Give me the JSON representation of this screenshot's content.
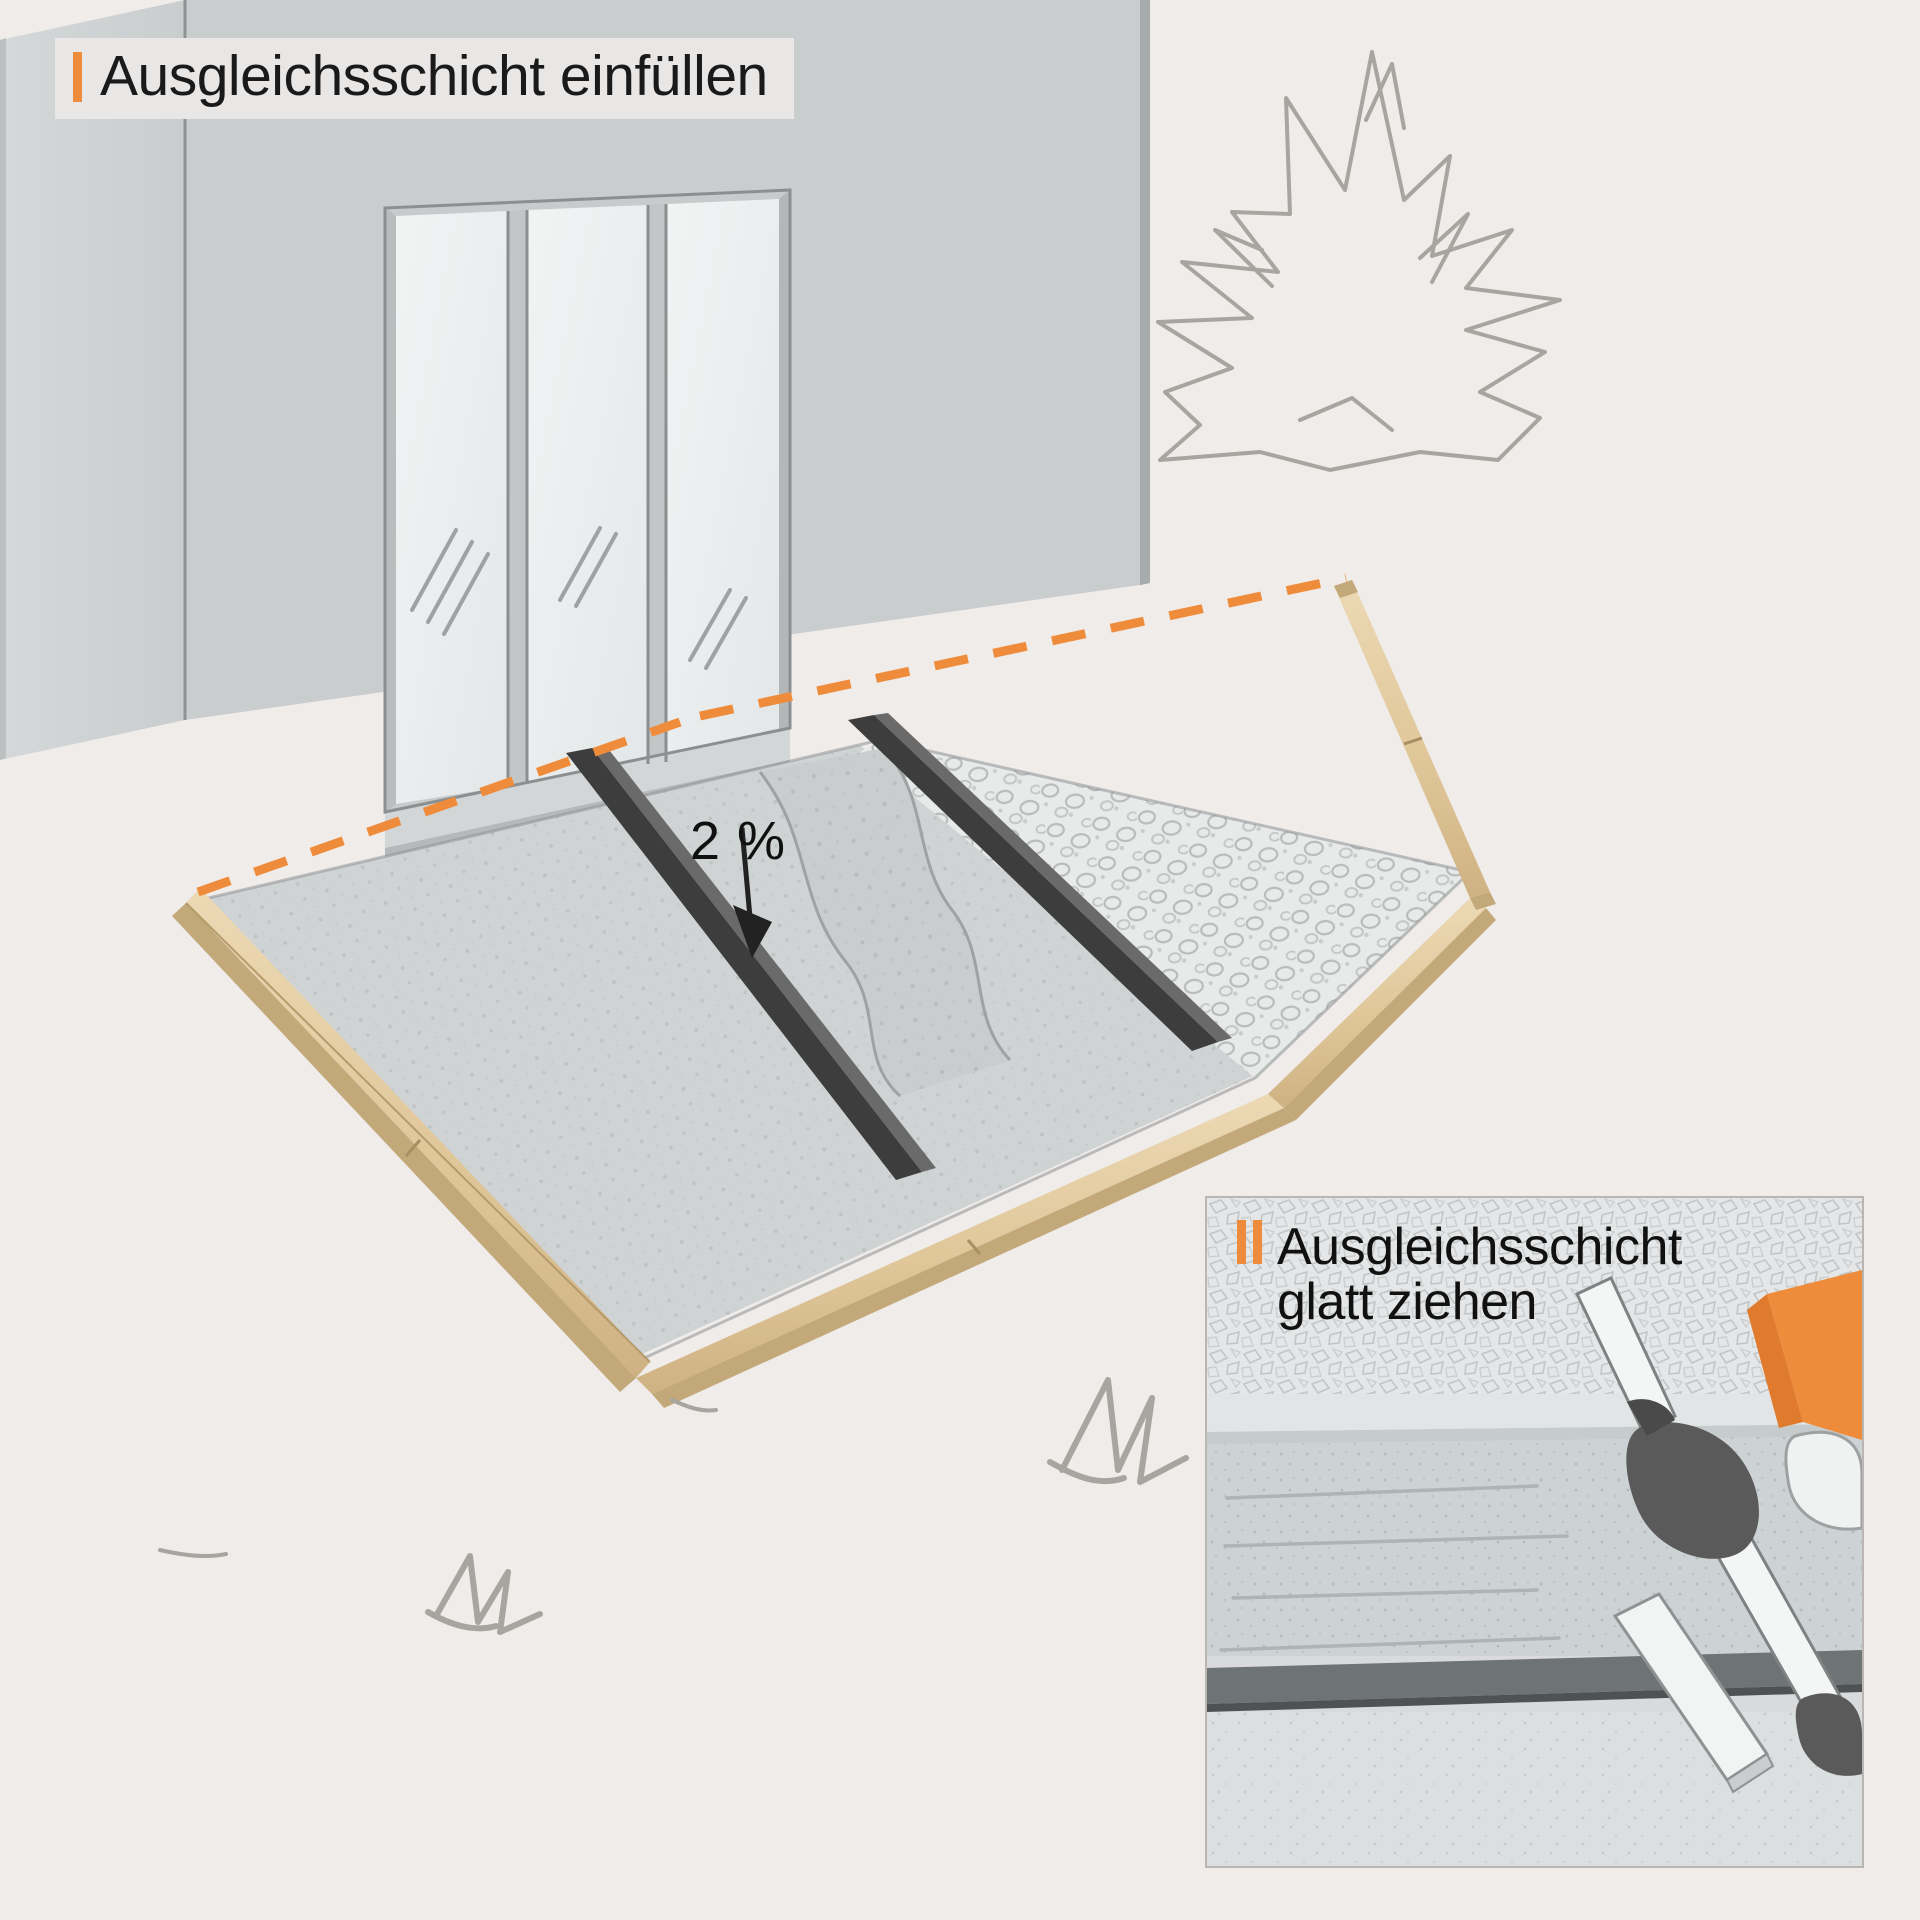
{
  "page": {
    "background_color": "#efecea",
    "language": "de"
  },
  "step_one": {
    "marker": "I",
    "marker_count": 1,
    "marker_color": "#ef8c3c",
    "title": "Ausgleichsschicht einfüllen",
    "banner_color": "#e9e7e6"
  },
  "step_two": {
    "marker": "II",
    "marker_count": 2,
    "marker_color": "#ef8c3c",
    "title_line_1": "Ausgleichsschicht",
    "title_line_2": "glatt ziehen",
    "panel_background": "#d9dadb",
    "panel_border": "#b9b6b3"
  },
  "annotations": {
    "slope_label": "2 %",
    "slope_arrow": "down-arrow-icon"
  },
  "illustration": {
    "wall_left_color": "#d0d3d4",
    "wall_back_color": "#c8cccd",
    "door_glass_color": "#eceeee",
    "frame_color": "#c6c9ca",
    "wood_edging_color": "#e3cda2",
    "wood_edging_shadow": "#cbb184",
    "gravel_color": "#e6e8e8",
    "levelling_layer_color": "#cfd3d4",
    "rail_color": "#565656",
    "dashed_line_color": "#ef8c3c",
    "sketch_line_color": "#a39f9b",
    "ground_color": "#efecea"
  },
  "elements": {
    "door": "sliding-glass-door",
    "plant": "shrub-sketch",
    "grass_tufts": 3,
    "screed_rails": 2,
    "edging_boards": "wooden-formwork-boards",
    "tool": "screed-board",
    "worker_glove_color": "#5a5a5a",
    "worker_clothing_color": "#ef8c3c"
  }
}
